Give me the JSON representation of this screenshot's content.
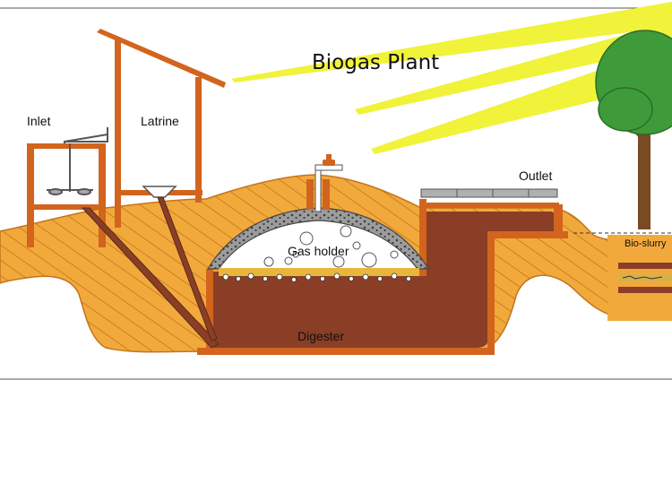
{
  "title": "Biogas Plant",
  "labels": {
    "inlet": "Inlet",
    "latrine": "Latrine",
    "outlet": "Outlet",
    "gas_holder": "Gas holder",
    "digester": "Digester",
    "bio_slurry": "Bio-slurry"
  },
  "colors": {
    "soil": "#f2a93c",
    "soil_dark": "#e89a28",
    "hatch": "#c4741b",
    "wall": "#d2641e",
    "slurry": "#8a3e26",
    "concrete": "#9a9a9a",
    "sun_ray": "#f1f23a",
    "leaves": "#3f9a3a",
    "trunk": "#7a4a22"
  },
  "icons": [
    "sun-rays",
    "tree-icon",
    "gas-valve-icon",
    "mixer-handle-icon"
  ]
}
